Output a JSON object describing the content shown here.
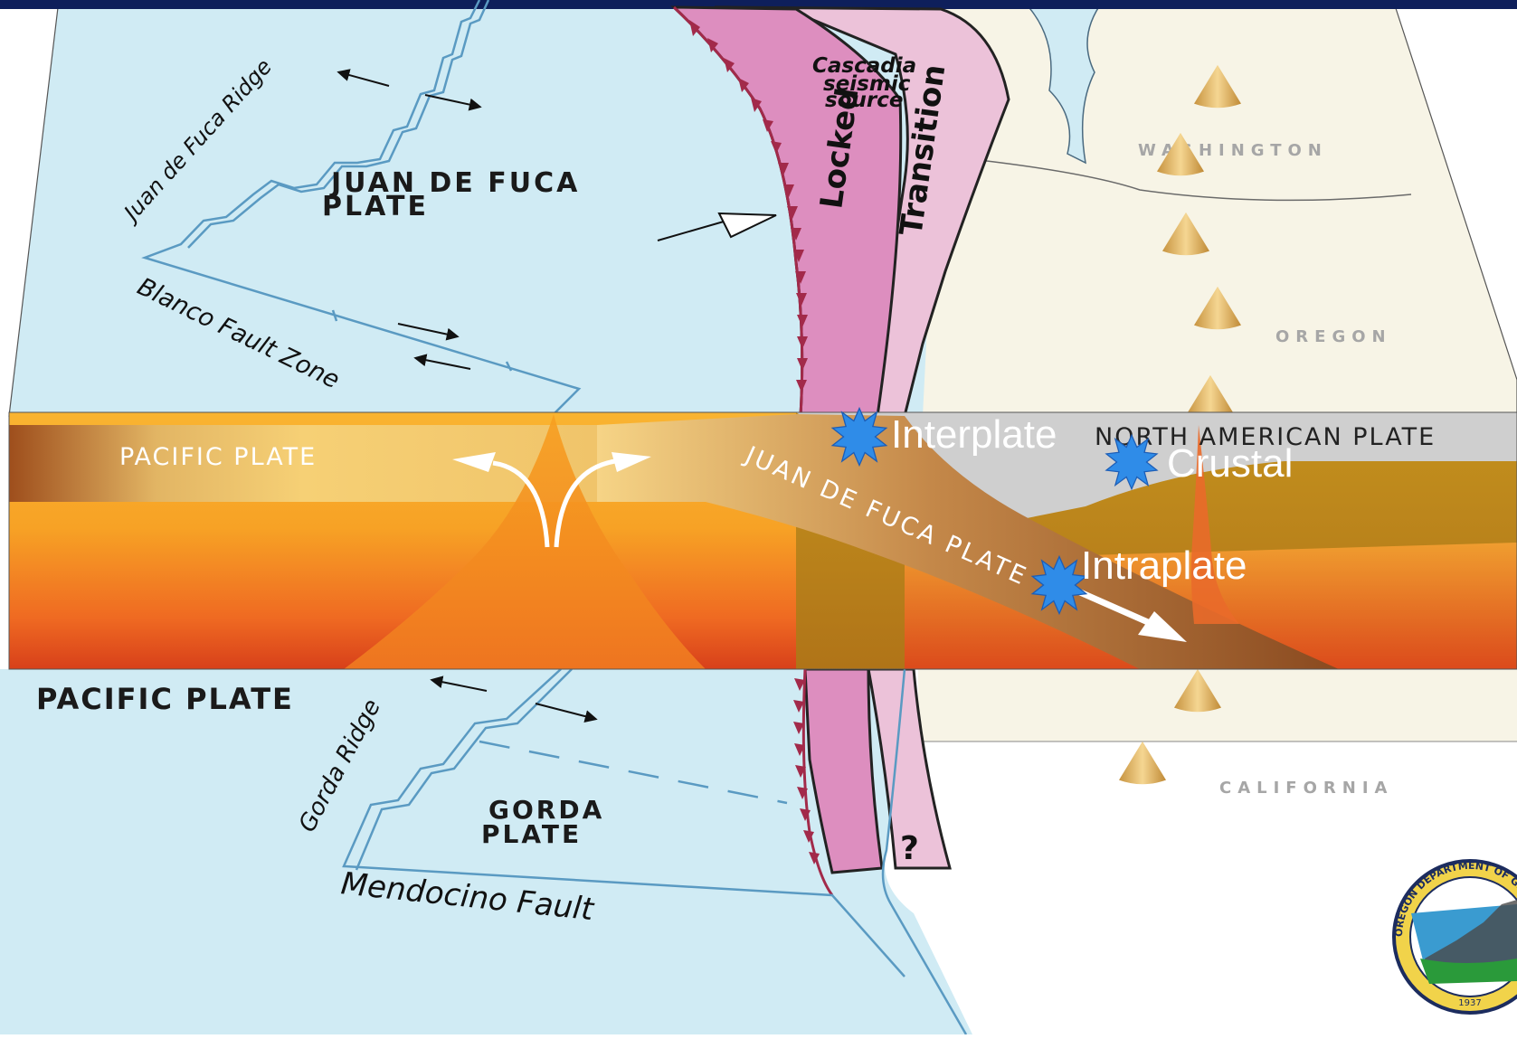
{
  "colors": {
    "ocean": "#d0ebf4",
    "land": "#f7f4e6",
    "header_bar": "#0e1f5b",
    "locked_zone": "#dd8ebf",
    "transition_zone": "#e5bad4",
    "slab": "#8a4e22",
    "mantle_top": "#f7a628",
    "mantle_bottom": "#d63a1a",
    "star": "#2f8ce8",
    "plate_boundary": "#5a9ac2"
  },
  "map_labels": {
    "juan_de_fuca_ridge": "Juan de Fuca Ridge",
    "juan_de_fuca_plate": [
      "JUAN DE FUCA",
      "PLATE"
    ],
    "blanco_fault_zone": "Blanco Fault Zone",
    "cascadia_source": [
      "Cascadia",
      "seismic",
      "source"
    ],
    "locked": "Locked",
    "transition": "Transition",
    "washington": "WASHINGTON",
    "oregon": "OREGON",
    "california": "CALIFORNIA",
    "pacific_plate_lower": "PACIFIC PLATE",
    "gorda_ridge": "Gorda Ridge",
    "gorda_plate": [
      "GORDA",
      "PLATE"
    ],
    "mendocino_fault": "Mendocino Fault",
    "question_mark": "?"
  },
  "cross_section_labels": {
    "pacific_plate": "PACIFIC PLATE",
    "juan_de_fuca_plate": "JUAN DE FUCA PLATE",
    "north_american_plate": "NORTH   AMERICAN   PLATE"
  },
  "earthquake_types": [
    {
      "name": "Interplate",
      "icon": "burst-star-icon"
    },
    {
      "name": "Crustal",
      "icon": "burst-star-icon"
    },
    {
      "name": "Intraplate",
      "icon": "burst-star-icon"
    }
  ],
  "icons": {
    "volcano": "cone-volcano-icon",
    "logo": "oregon-dogami-seal-icon"
  },
  "logo": {
    "ring_text": "OREGON DEPARTMENT OF GEOLOGY AND",
    "year": "1937"
  }
}
